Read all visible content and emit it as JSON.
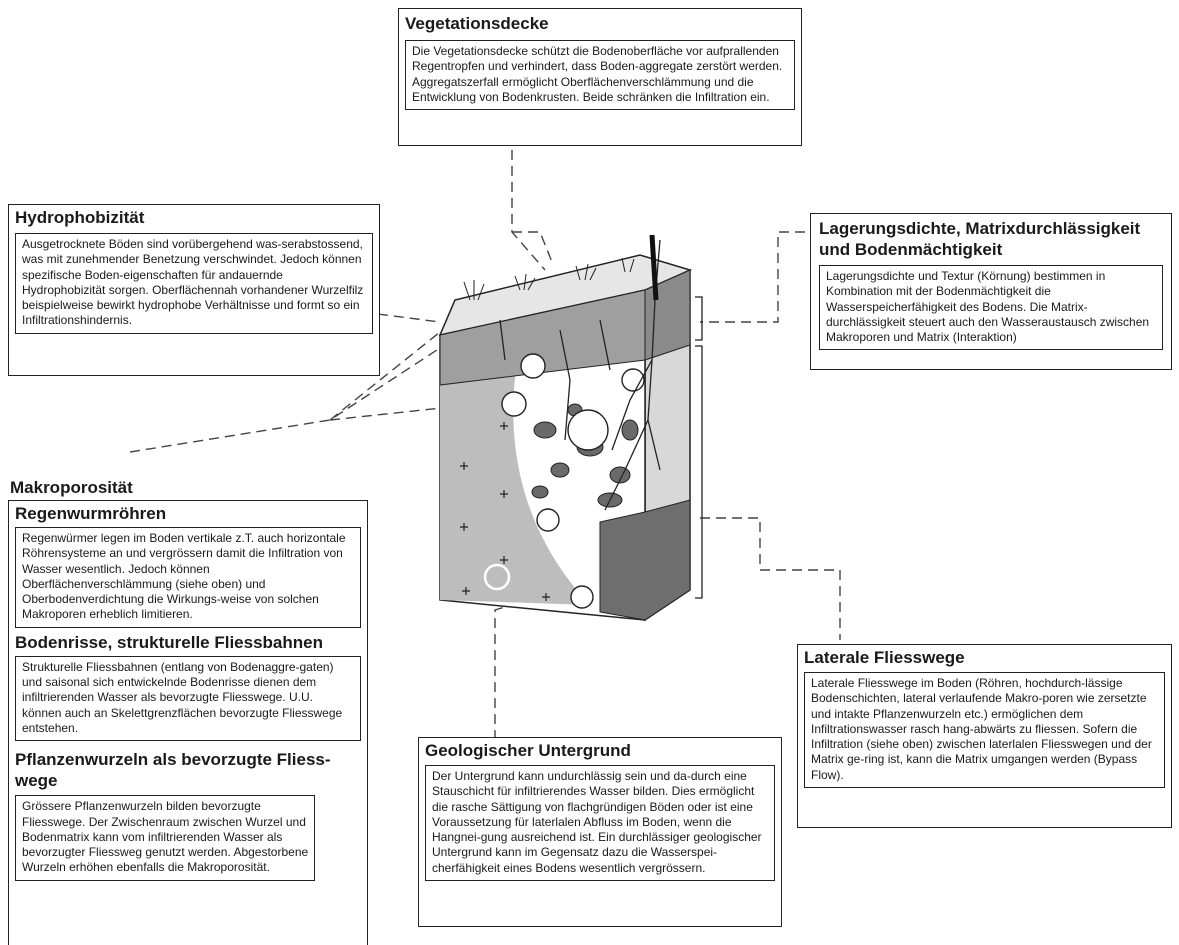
{
  "vegetation": {
    "title": "Vegetationsdecke",
    "text": "Die Vegetationsdecke schützt die Bodenoberfläche vor aufprallenden Regentropfen und verhindert, dass Boden-aggregate zerstört werden. Aggregatszerfall ermöglicht Oberflächenverschlämmung und die Entwicklung von Bodenkrusten. Beide schränken die Infiltration ein."
  },
  "hydrophobicity": {
    "title": "Hydrophobizität",
    "text": "Ausgetrocknete Böden sind vorübergehend was-serabstossend, was mit zunehmender Benetzung verschwindet. Jedoch können spezifische Boden-eigenschaften für andauernde Hydrophobizität sorgen. Oberflächennah vorhandener Wurzelfilz beispielweise bewirkt hydrophobe Verhältnisse und formt so ein Infiltrationshindernis."
  },
  "density": {
    "title": "Lagerungsdichte, Matrixdurchlässigkeit und Bodenmächtigkeit",
    "text": "Lagerungsdichte und Textur (Körnung) bestimmen in Kombination mit der Bodenmächtigkeit die Wasserspeicherfähigkeit des Bodens. Die Matrix-durchlässigkeit steuert auch den Wasseraustausch zwischen Makroporen und Matrix (Interaktion)"
  },
  "macroporosity": {
    "title": "Makroporosität",
    "earthworm_title": "Regenwurmröhren",
    "earthworm_text": "Regenwürmer legen im Boden vertikale z.T. auch horizontale Röhrensysteme an und vergrössern damit die Infiltration von Wasser wesentlich. Jedoch können Oberflächenverschlämmung (siehe oben) und Oberbodenverdichtung die Wirkungs-weise von solchen Makroporen erheblich limitieren.",
    "cracks_title": "Bodenrisse, strukturelle Fliessbahnen",
    "cracks_text": "Strukturelle Fliessbahnen (entlang von Bodenaggre-gaten) und saisonal sich entwickelnde Bodenrisse dienen dem infiltrierenden Wasser als bevorzugte Fliesswege. U.U. können auch an Skelettgrenzflächen bevorzugte Fliesswege entstehen.",
    "roots_title": "Pflanzenwurzeln als bevorzugte Fliess-wege",
    "roots_text": "Grössere Pflanzenwurzeln bilden bevorzugte Fliesswege. Der Zwischenraum zwischen Wurzel und Bodenmatrix kann vom infiltrierenden Wasser als bevorzugter Fliessweg genutzt werden. Abgestorbene Wurzeln erhöhen ebenfalls die Makroporosität."
  },
  "geology": {
    "title": "Geologischer Untergrund",
    "text": "Der Untergrund kann undurchlässig sein und da-durch eine Stauschicht für infiltrierendes Wasser bilden. Dies ermöglicht die rasche Sättigung von flachgründigen Böden oder ist eine Voraussetzung für laterlalen Abfluss im Boden, wenn die Hangnei-gung ausreichend ist. Ein durchlässiger geologischer Untergrund kann im Gegensatz dazu die Wasserspei-cherfähigkeit eines Bodens wesentlich vergrössern."
  },
  "lateral": {
    "title": "Laterale Fliesswege",
    "text": "Laterale Fliesswege im Boden (Röhren, hochdurch-lässige Bodenschichten, lateral verlaufende Makro-poren wie zersetzte und intakte Pflanzenwurzeln etc.) ermöglichen dem Infiltrationswasser rasch hang-abwärts zu fliessen. Sofern die Infiltration (siehe oben) zwischen laterlalen Fliesswegen und der Matrix ge-ring ist, kann die Matrix umgangen werden (Bypass Flow)."
  }
}
